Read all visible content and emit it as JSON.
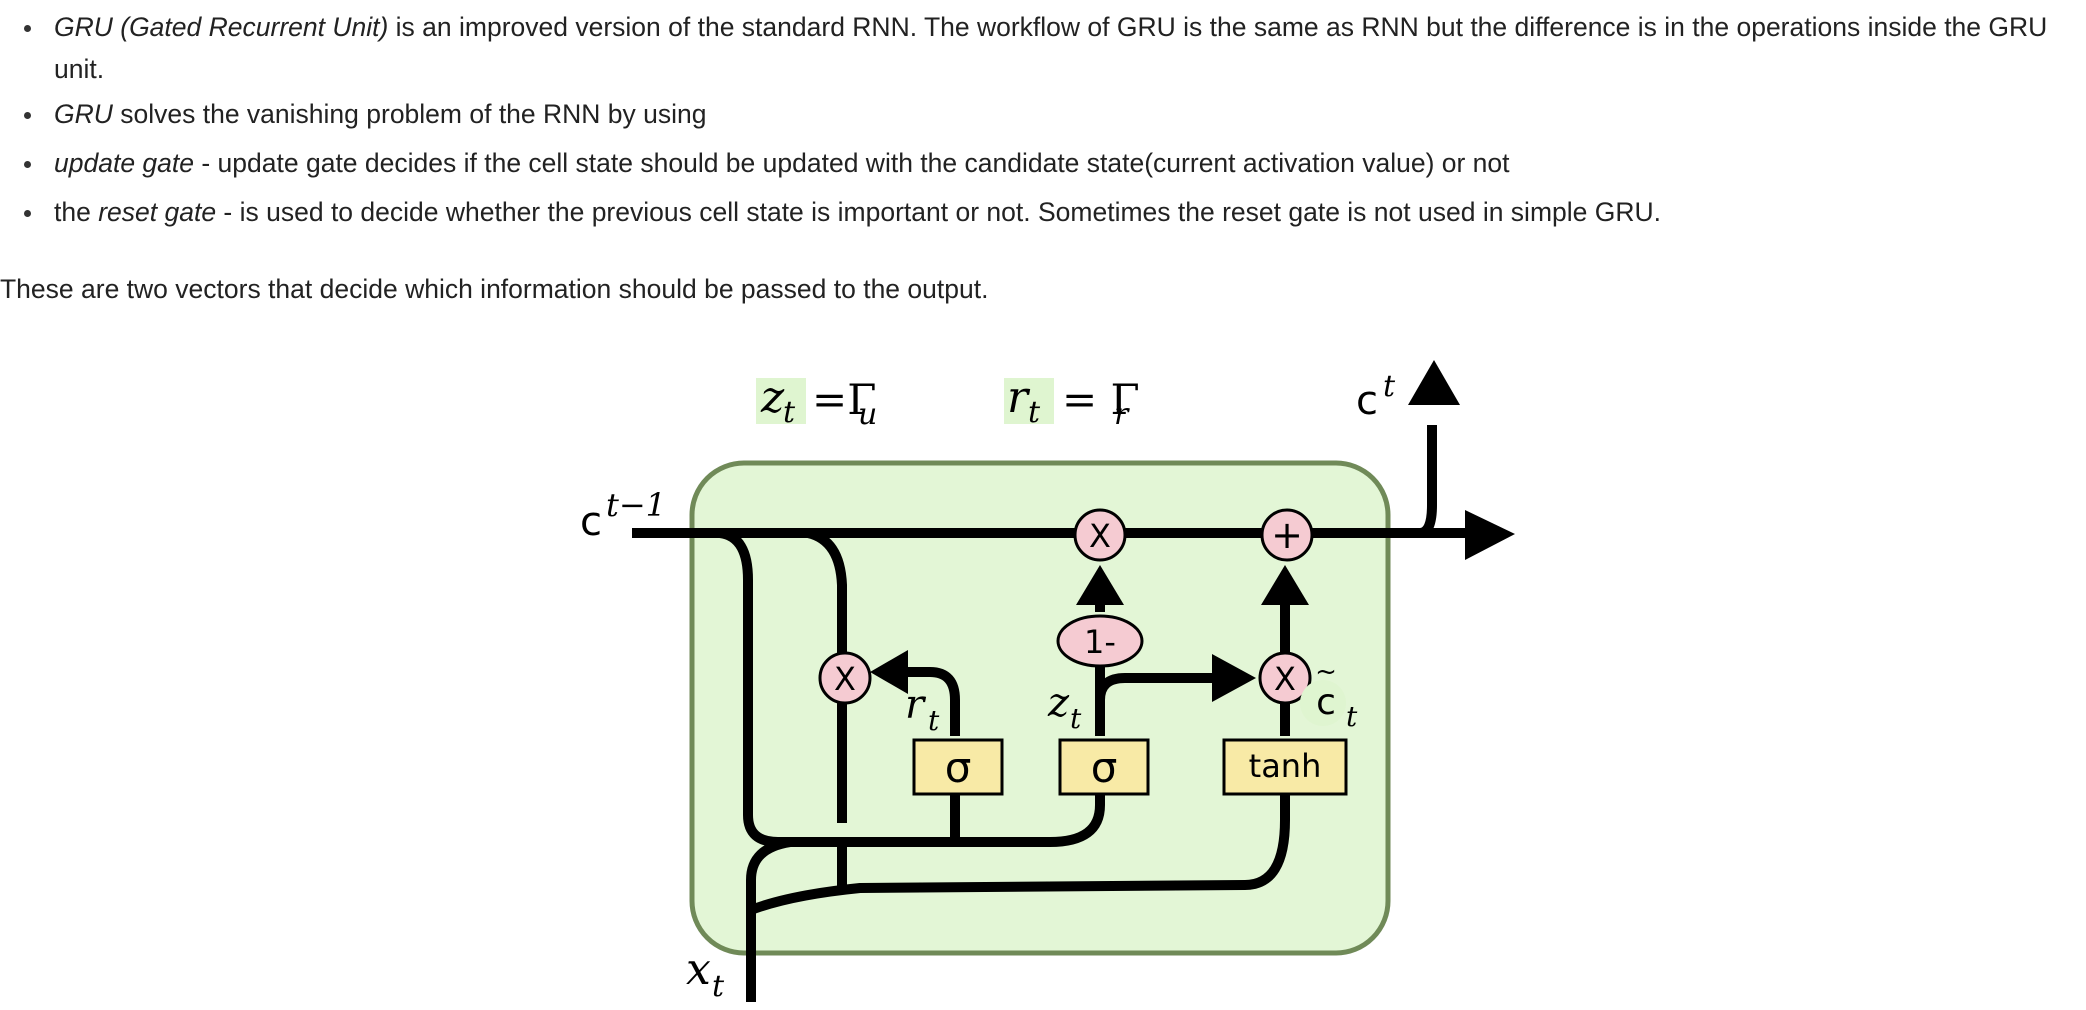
{
  "bullets": [
    {
      "em": "GRU (Gated Recurrent Unit)",
      "text": " is an improved version of the standard RNN. The workflow of GRU is the same as RNN but the difference is in the operations inside the GRU unit."
    },
    {
      "em": "GRU",
      "text": " solves the vanishing problem of the RNN by using"
    },
    {
      "em": "update gate",
      "text": " - update gate decides if the cell state should be updated with the candidate state(current activation value) or not"
    },
    {
      "pre": "the ",
      "em": "reset gate",
      "text": " - is used to decide whether the previous cell state is important or not. Sometimes the reset gate is not used in simple GRU."
    }
  ],
  "paragraph": "These are two vectors that decide which information should be passed to the output.",
  "diagram": {
    "top_labels": {
      "z_letter": "z",
      "z_sub": "t",
      "z_eq": "=Γ",
      "z_eq_sub": "u",
      "r_letter": "r",
      "r_sub": "t",
      "r_eq": "= Γ",
      "r_eq_sub": "r"
    },
    "c_prev": {
      "base": "c",
      "sup": "t−1"
    },
    "c_out": {
      "base": "c",
      "sup": "t"
    },
    "x_input": {
      "base": "x",
      "sub": "t"
    },
    "ops": {
      "multiply": "X",
      "add": "+",
      "one_minus": "1-"
    },
    "gate_labels": {
      "r_letter": "r",
      "r_sub": "t",
      "z_letter": "z",
      "z_sub": "t"
    },
    "boxes": {
      "sigma_reset": "σ",
      "sigma_update": "σ",
      "tanh": "tanh"
    },
    "candidate": {
      "base": "c",
      "tilde": "~",
      "sub": "t"
    },
    "colors": {
      "cell_fill": "#e3f6d6",
      "cell_border": "#708a58",
      "op_fill": "#f5cbd2",
      "box_fill": "#f8eaa6",
      "highlight": "#dff5d0"
    }
  }
}
